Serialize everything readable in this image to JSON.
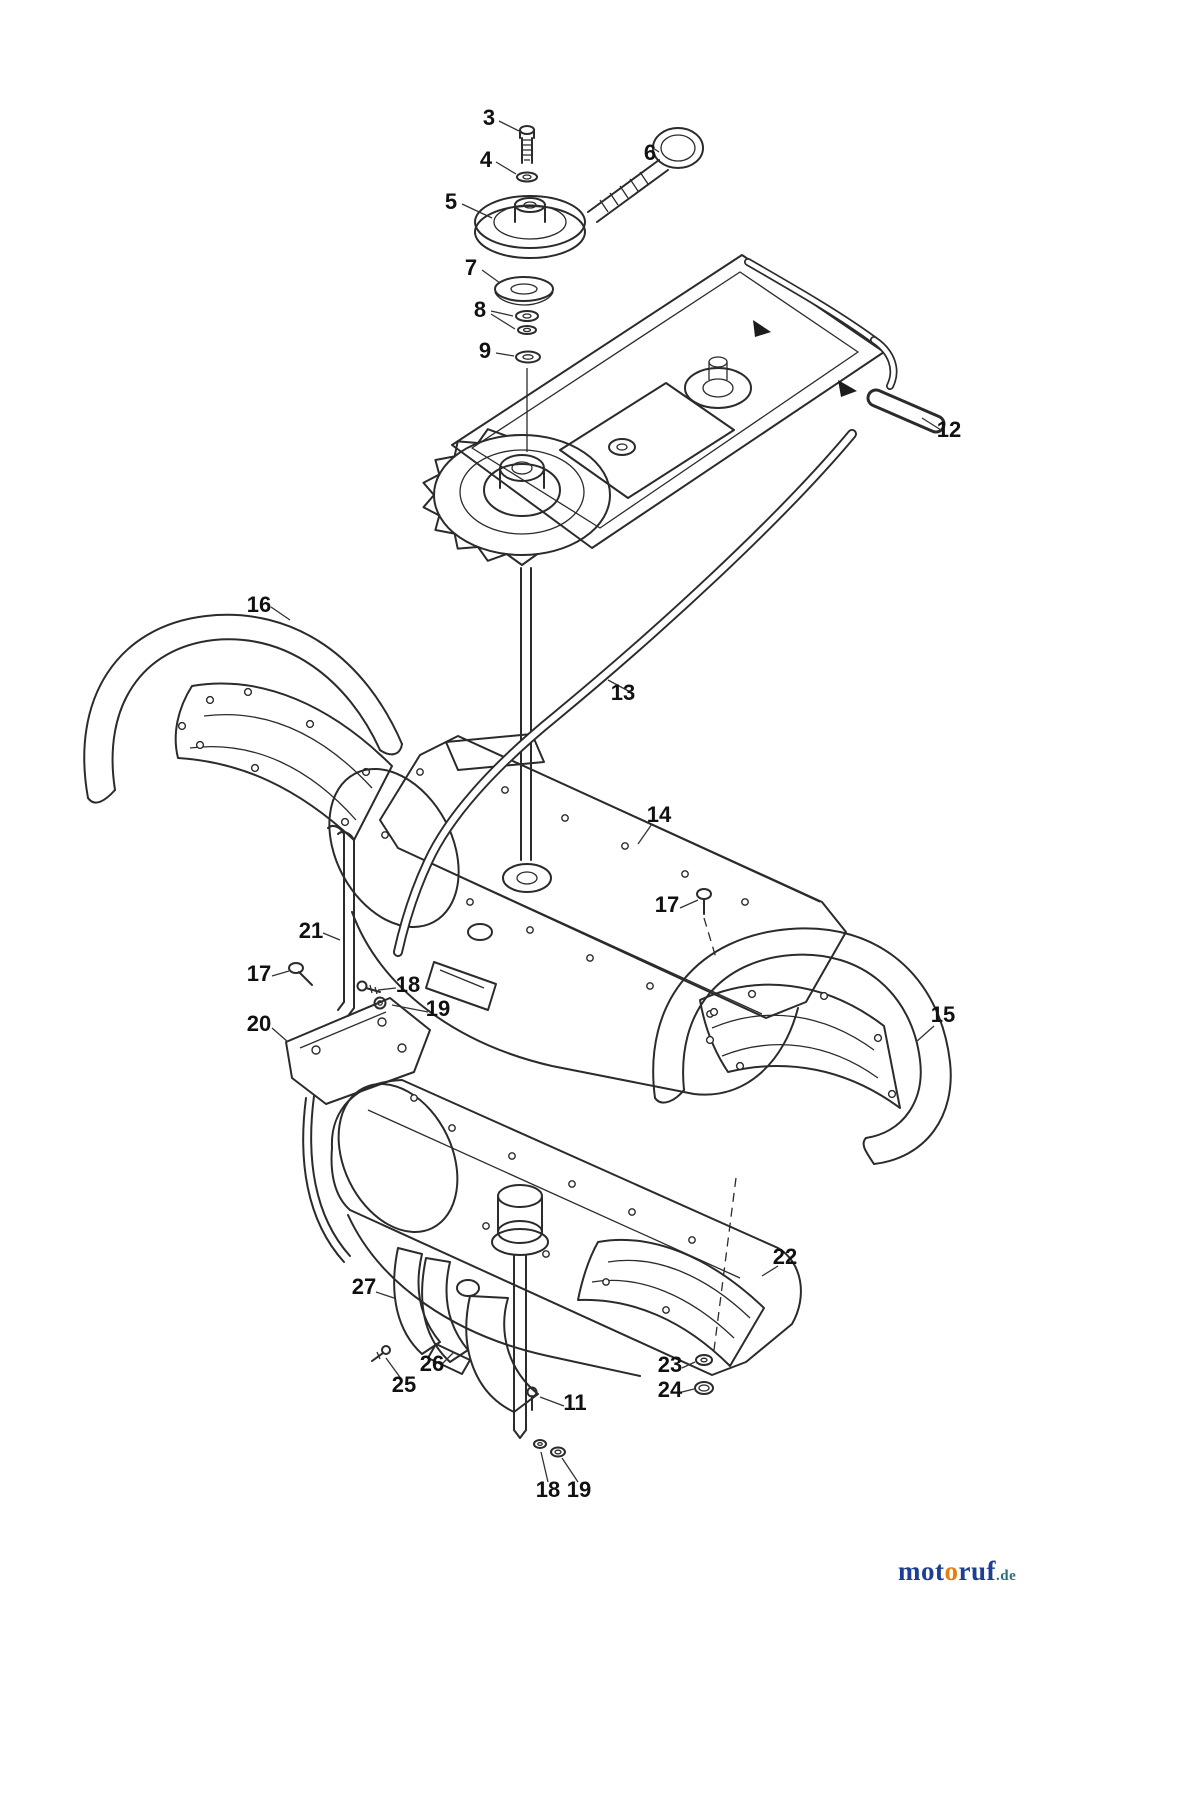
{
  "diagram": {
    "kind": "exploded-parts-diagram",
    "part_labels": {
      "p3": "3",
      "p4": "4",
      "p5": "5",
      "p6": "6",
      "p7": "7",
      "p8": "8",
      "p9": "9",
      "p11": "11",
      "p12": "12",
      "p13": "13",
      "p14": "14",
      "p15": "15",
      "p16": "16",
      "p17_left": "17",
      "p17_right": "17",
      "p18_upper": "18",
      "p18_lower": "18",
      "p19_upper": "19",
      "p19_lower": "19",
      "p20": "20",
      "p21": "21",
      "p22": "22",
      "p23": "23",
      "p24": "24",
      "p25": "25",
      "p26": "26",
      "p27": "27"
    },
    "colors": {
      "ink": "#2b2b2b",
      "background": "#ffffff"
    }
  },
  "watermark": {
    "prefix": "mot",
    "accent": "o",
    "suffix": "ruf",
    "tld": ".de",
    "color_blue": "#1c3e94",
    "color_orange": "#e87d0d"
  }
}
